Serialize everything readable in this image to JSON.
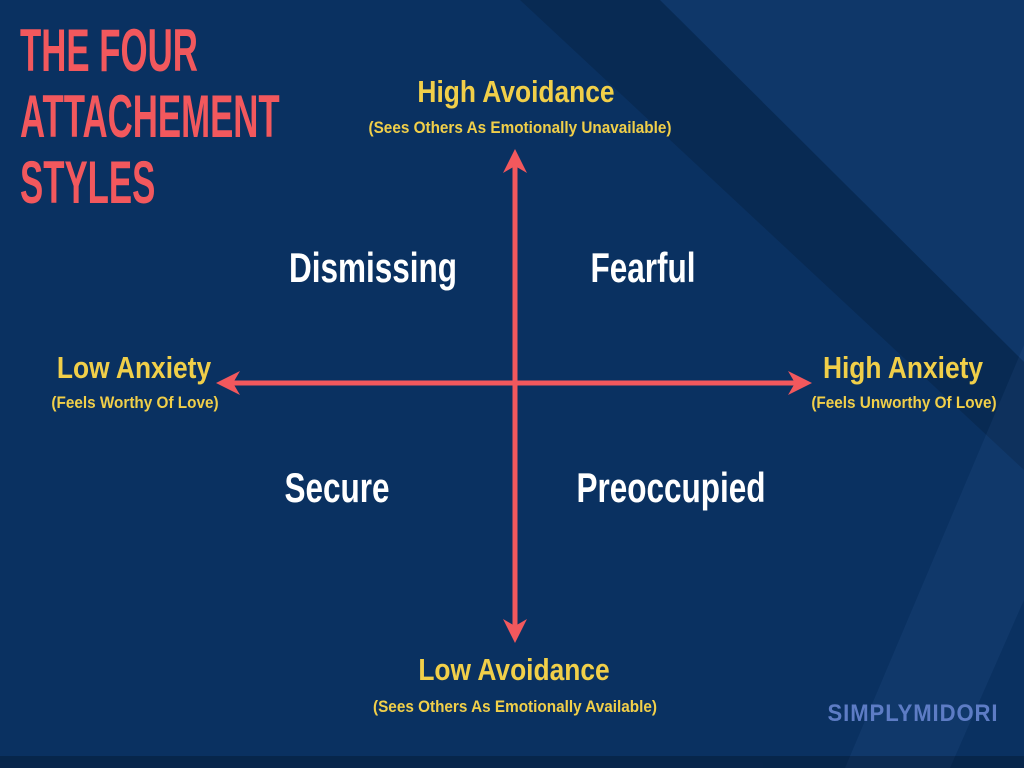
{
  "title": {
    "lines": [
      "THE FOUR",
      "ATTACHEMENT",
      "STYLES"
    ]
  },
  "axes": {
    "top": {
      "label": "High Avoidance",
      "sublabel": "(Sees Others As Emotionally Unavailable)"
    },
    "bottom": {
      "label": "Low Avoidance",
      "sublabel": "(Sees Others As Emotionally Available)"
    },
    "left": {
      "label": "Low Anxiety",
      "sublabel": "(Feels Worthy Of Love)"
    },
    "right": {
      "label": "High Anxiety",
      "sublabel": "(Feels Unworthy Of Love)"
    }
  },
  "quadrants": {
    "top_left": "Dismissing",
    "top_right": "Fearful",
    "bottom_left": "Secure",
    "bottom_right": "Preoccupied"
  },
  "watermark": "SIMPLYMIDORI",
  "colors": {
    "background": "#0a3161",
    "accent_red": "#f2585d",
    "accent_yellow": "#f1cf49",
    "label_white": "#ffffff",
    "watermark_blue": "#5d7cc5"
  }
}
